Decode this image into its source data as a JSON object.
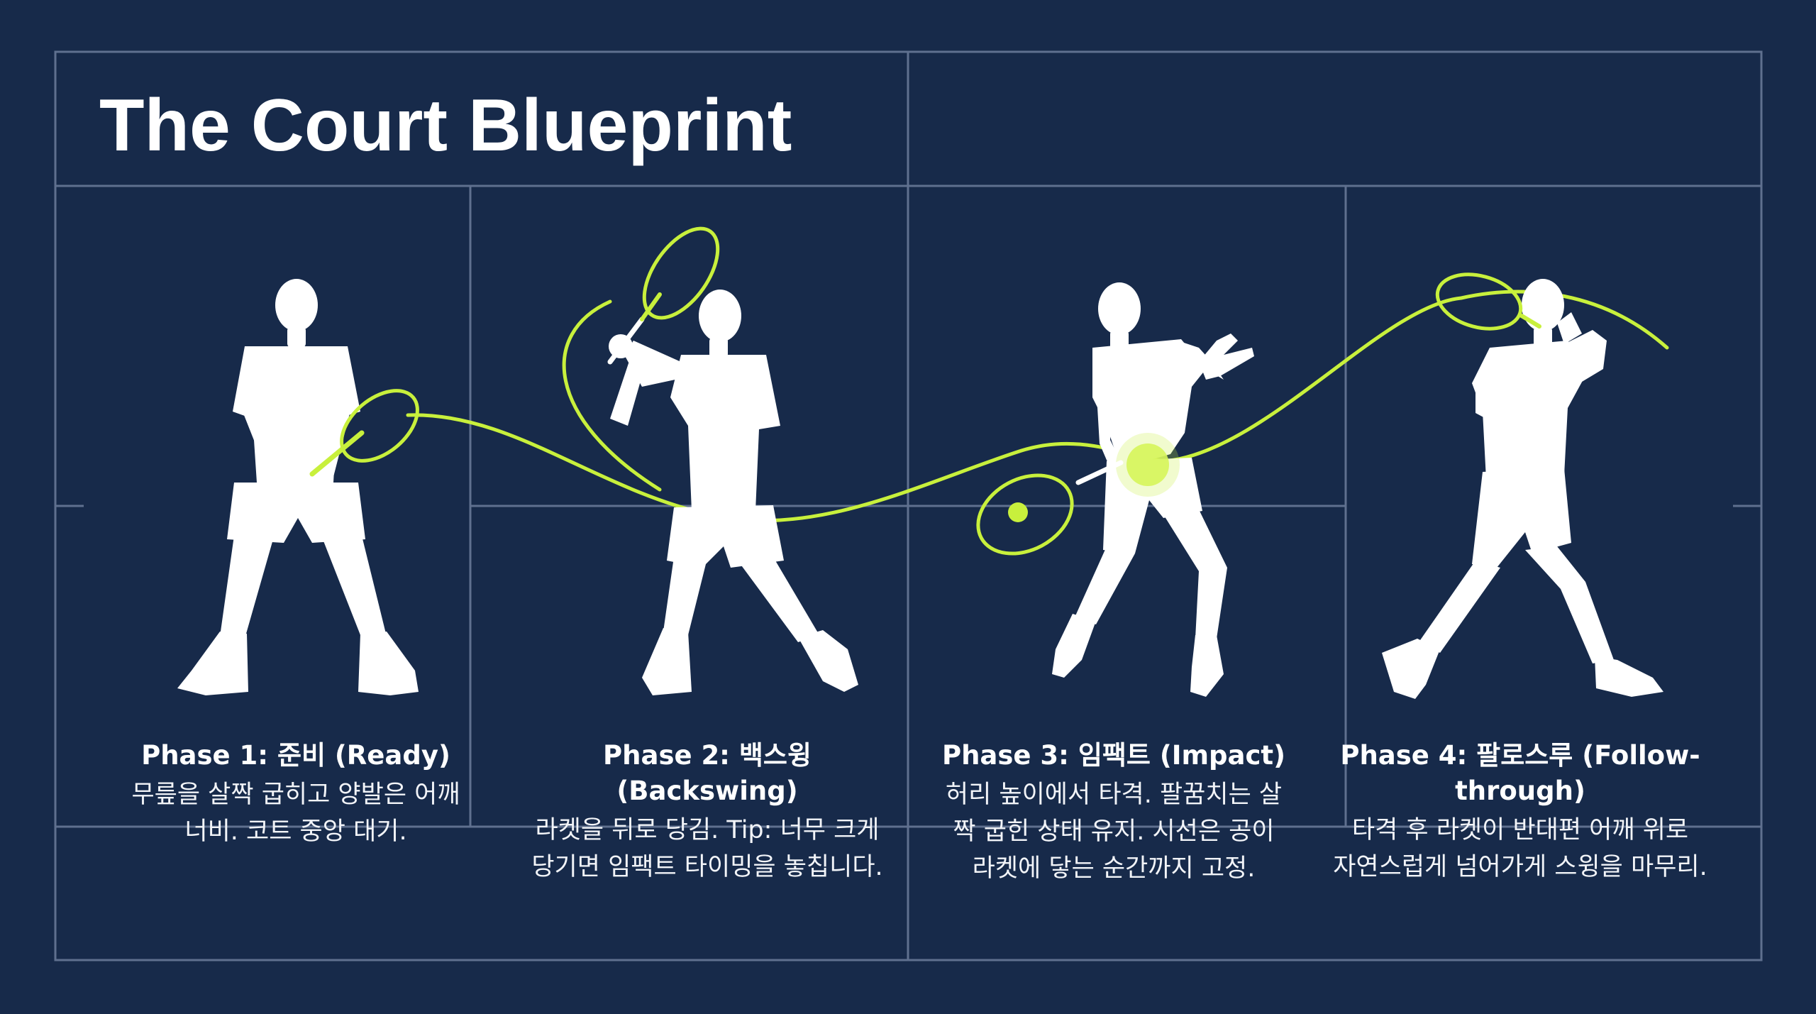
{
  "title": "The Court Blueprint",
  "colors": {
    "background": "#172a4a",
    "court_lines": "#5f708f",
    "figure": "#ffffff",
    "accent": "#c8f03c"
  },
  "phases": [
    {
      "title": "Phase 1: 준비 (Ready)",
      "desc_lines": [
        "무릎을 살짝 굽히고 양발은 어깨",
        "너비. 코트 중앙 대기."
      ]
    },
    {
      "title": "Phase 2: 백스윙 (Backswing)",
      "desc_lines": [
        "라켓을 뒤로 당김. Tip: 너무 크게",
        "당기면 임팩트 타이밍을 놓칩니다."
      ]
    },
    {
      "title": "Phase 3: 임팩트 (Impact)",
      "desc_lines": [
        "허리 높이에서 타격. 팔꿈치는 살",
        "짝 굽힌 상태 유지. 시선은 공이",
        "라켓에 닿는 순간까지 고정."
      ]
    },
    {
      "title_lines": [
        "Phase 4: 팔로스루 (Follow-",
        "through)"
      ],
      "desc_lines": [
        "타격 후 라켓이 반대편 어깨 위로",
        "자연스럽게 넘어가게 스윙을 마무리."
      ]
    }
  ]
}
